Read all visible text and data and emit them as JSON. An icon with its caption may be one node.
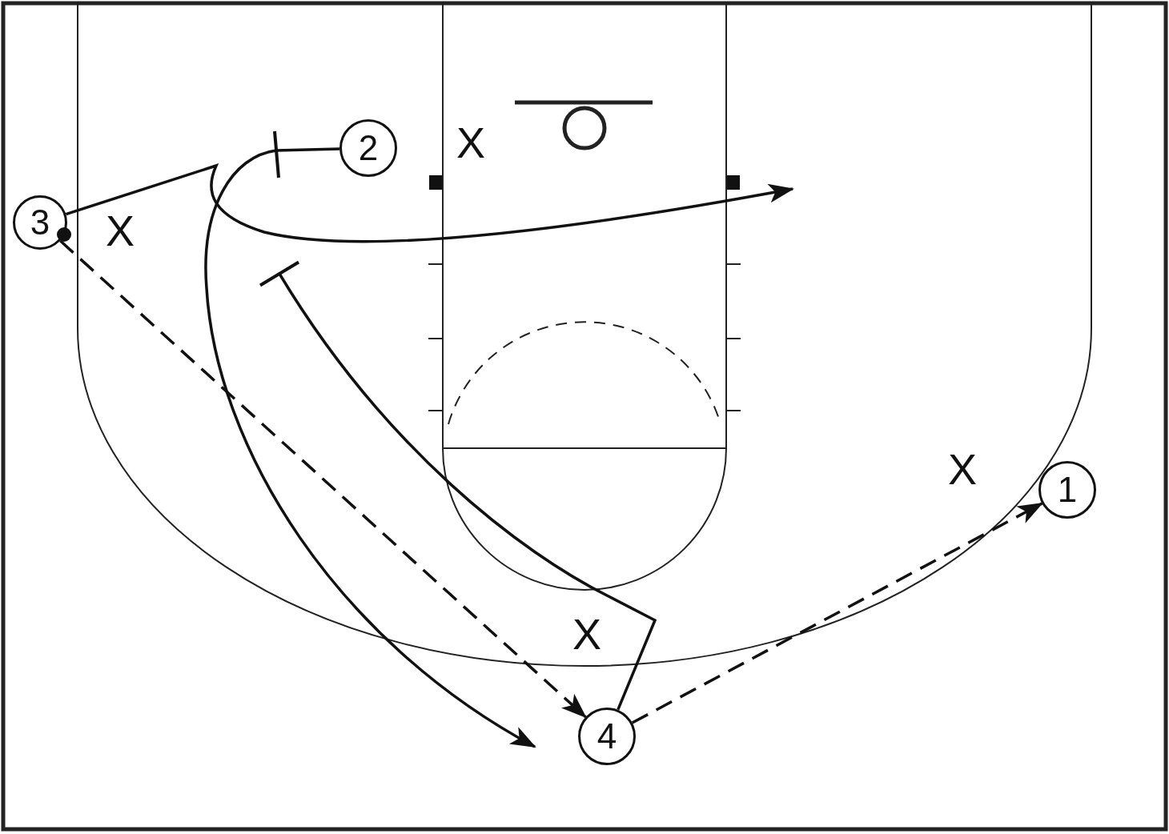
{
  "diagram": {
    "nodes": [
      {
        "text": [
          "2"
        ]
      },
      {
        "text": [
          "3"
        ]
      },
      {
        "text": [
          "1"
        ]
      },
      {
        "text": [
          "4"
        ]
      }
    ],
    "edges": [
      {
        "from": 1,
        "to": null,
        "arrow": "to"
      },
      {
        "from": 0,
        "to": null,
        "arrow": "to"
      },
      {
        "from": 3,
        "to": null,
        "arrow": "other"
      },
      {
        "from": 1,
        "to": 3,
        "arrow": "to",
        "style": "dashed"
      },
      {
        "from": 3,
        "to": 2,
        "arrow": "to",
        "style": "dashed"
      }
    ],
    "labels": [
      "X",
      "X",
      "X",
      "X"
    ]
  }
}
